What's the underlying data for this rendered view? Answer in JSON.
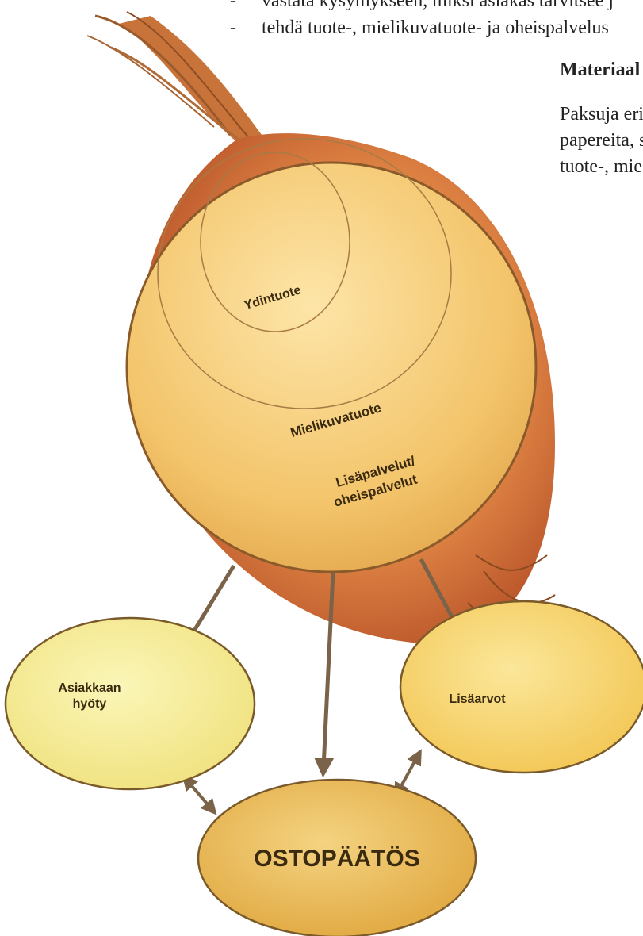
{
  "bullets": [
    "vastata kysymykseen, miksi asiakas tarvitsee j",
    "tehdä tuote-, mielikuvatuote- ja oheispalvelus"
  ],
  "bullet_marker": "-",
  "materials": {
    "heading": "Materiaal",
    "lines": [
      "Paksuja eri",
      "papereita, s",
      "tuote-, mie"
    ]
  },
  "onion": {
    "core_label": "Ydintuote",
    "image_label": "Mielikuvatuote",
    "extra_label_line1": "Lisäpalvelut/",
    "extra_label_line2": "oheispalvelut"
  },
  "outcomes": {
    "benefit_line1": "Asiakkaan",
    "benefit_line2": "hyöty",
    "added_value": "Lisäarvot",
    "decision": "OSTOPÄÄTÖS"
  },
  "colors": {
    "onion_skin": "#d9793a",
    "onion_core": "#f2c56a",
    "benefit_fill": "#f5ec8a",
    "added_value_fill": "#f7d060",
    "decision_fill": "#e9b64a",
    "arrow": "#7a6348"
  }
}
